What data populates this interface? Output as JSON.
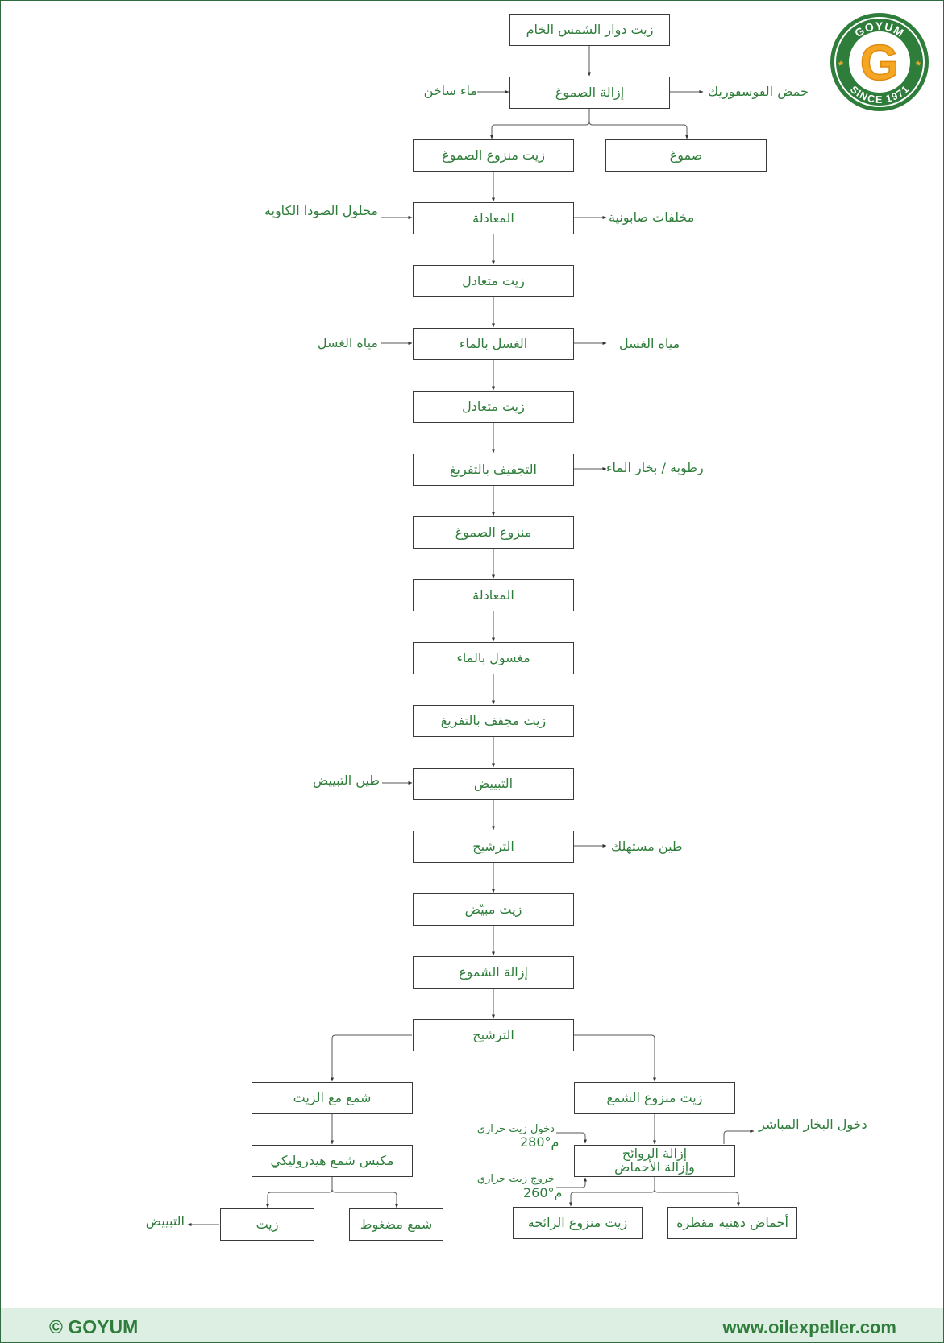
{
  "steps": {
    "crude_oil": "زيت دوار الشمس الخام",
    "degumming": "إزالة الصموغ",
    "degummed_oil": "زيت منزوع الصموغ",
    "gums": "صموغ",
    "neutralization": "المعادلة",
    "neutral_oil_1": "زيت متعادل",
    "water_washing": "الغسل بالماء",
    "neutral_oil_2": "زيت متعادل",
    "vacuum_drying": "التجفيف بالتفريغ",
    "degummed": "منزوع الصموغ",
    "neutralized": "المعادلة",
    "washed": "مغسول بالماء",
    "vacuum_dried_oil": "زيت مجفف بالتفريغ",
    "bleaching": "التبييض",
    "filtration_1": "الترشيح",
    "bleached_oil": "زيت مبيّض",
    "dewaxing": "إزالة الشموع",
    "filtration_2": "الترشيح",
    "wax_with_oil": "شمع مع الزيت",
    "dewaxed_oil": "زيت منزوع الشمع",
    "hydraulic_press": "مكبس شمع هيدروليكي",
    "deodorization": "إزالة الروائح\nوإزالة الأحماض",
    "oil": "زيت",
    "pressed_wax": "شمع مضغوط",
    "deodorized_oil": "زيت منزوع الرائحة",
    "fatty_acids": "أحماض دهنية مقطرة"
  },
  "side_labels": {
    "hot_water": "ماء ساخن",
    "phosphoric_acid": "حمض الفوسفوريك",
    "caustic_soda": "محلول الصودا الكاوية",
    "soapstock": "مخلفات صابونية",
    "wash_water_in": "مياه الغسل",
    "wash_water_out": "مياه الغسل",
    "moisture": "رطوبة / بخار الماء",
    "bleaching_earth": "طين التبييض",
    "spent_earth": "طين مستهلك",
    "bleaching_return": "التبييض",
    "steam_in": "دخول البخار المباشر",
    "thermal_oil_in": "دخول زيت حراري",
    "thermal_oil_in_temp": "280°م",
    "thermal_oil_out": "خروج زيت حراري",
    "thermal_oil_out_temp": "260°م"
  },
  "logo": {
    "letter": "G",
    "top_text": "GOYUM",
    "bottom_text": "SINCE 1971",
    "color_green": "#2e7d3a",
    "color_orange": "#f5a623"
  },
  "footer": {
    "copyright": "© GOYUM",
    "website": "www.oilexpeller.com"
  }
}
